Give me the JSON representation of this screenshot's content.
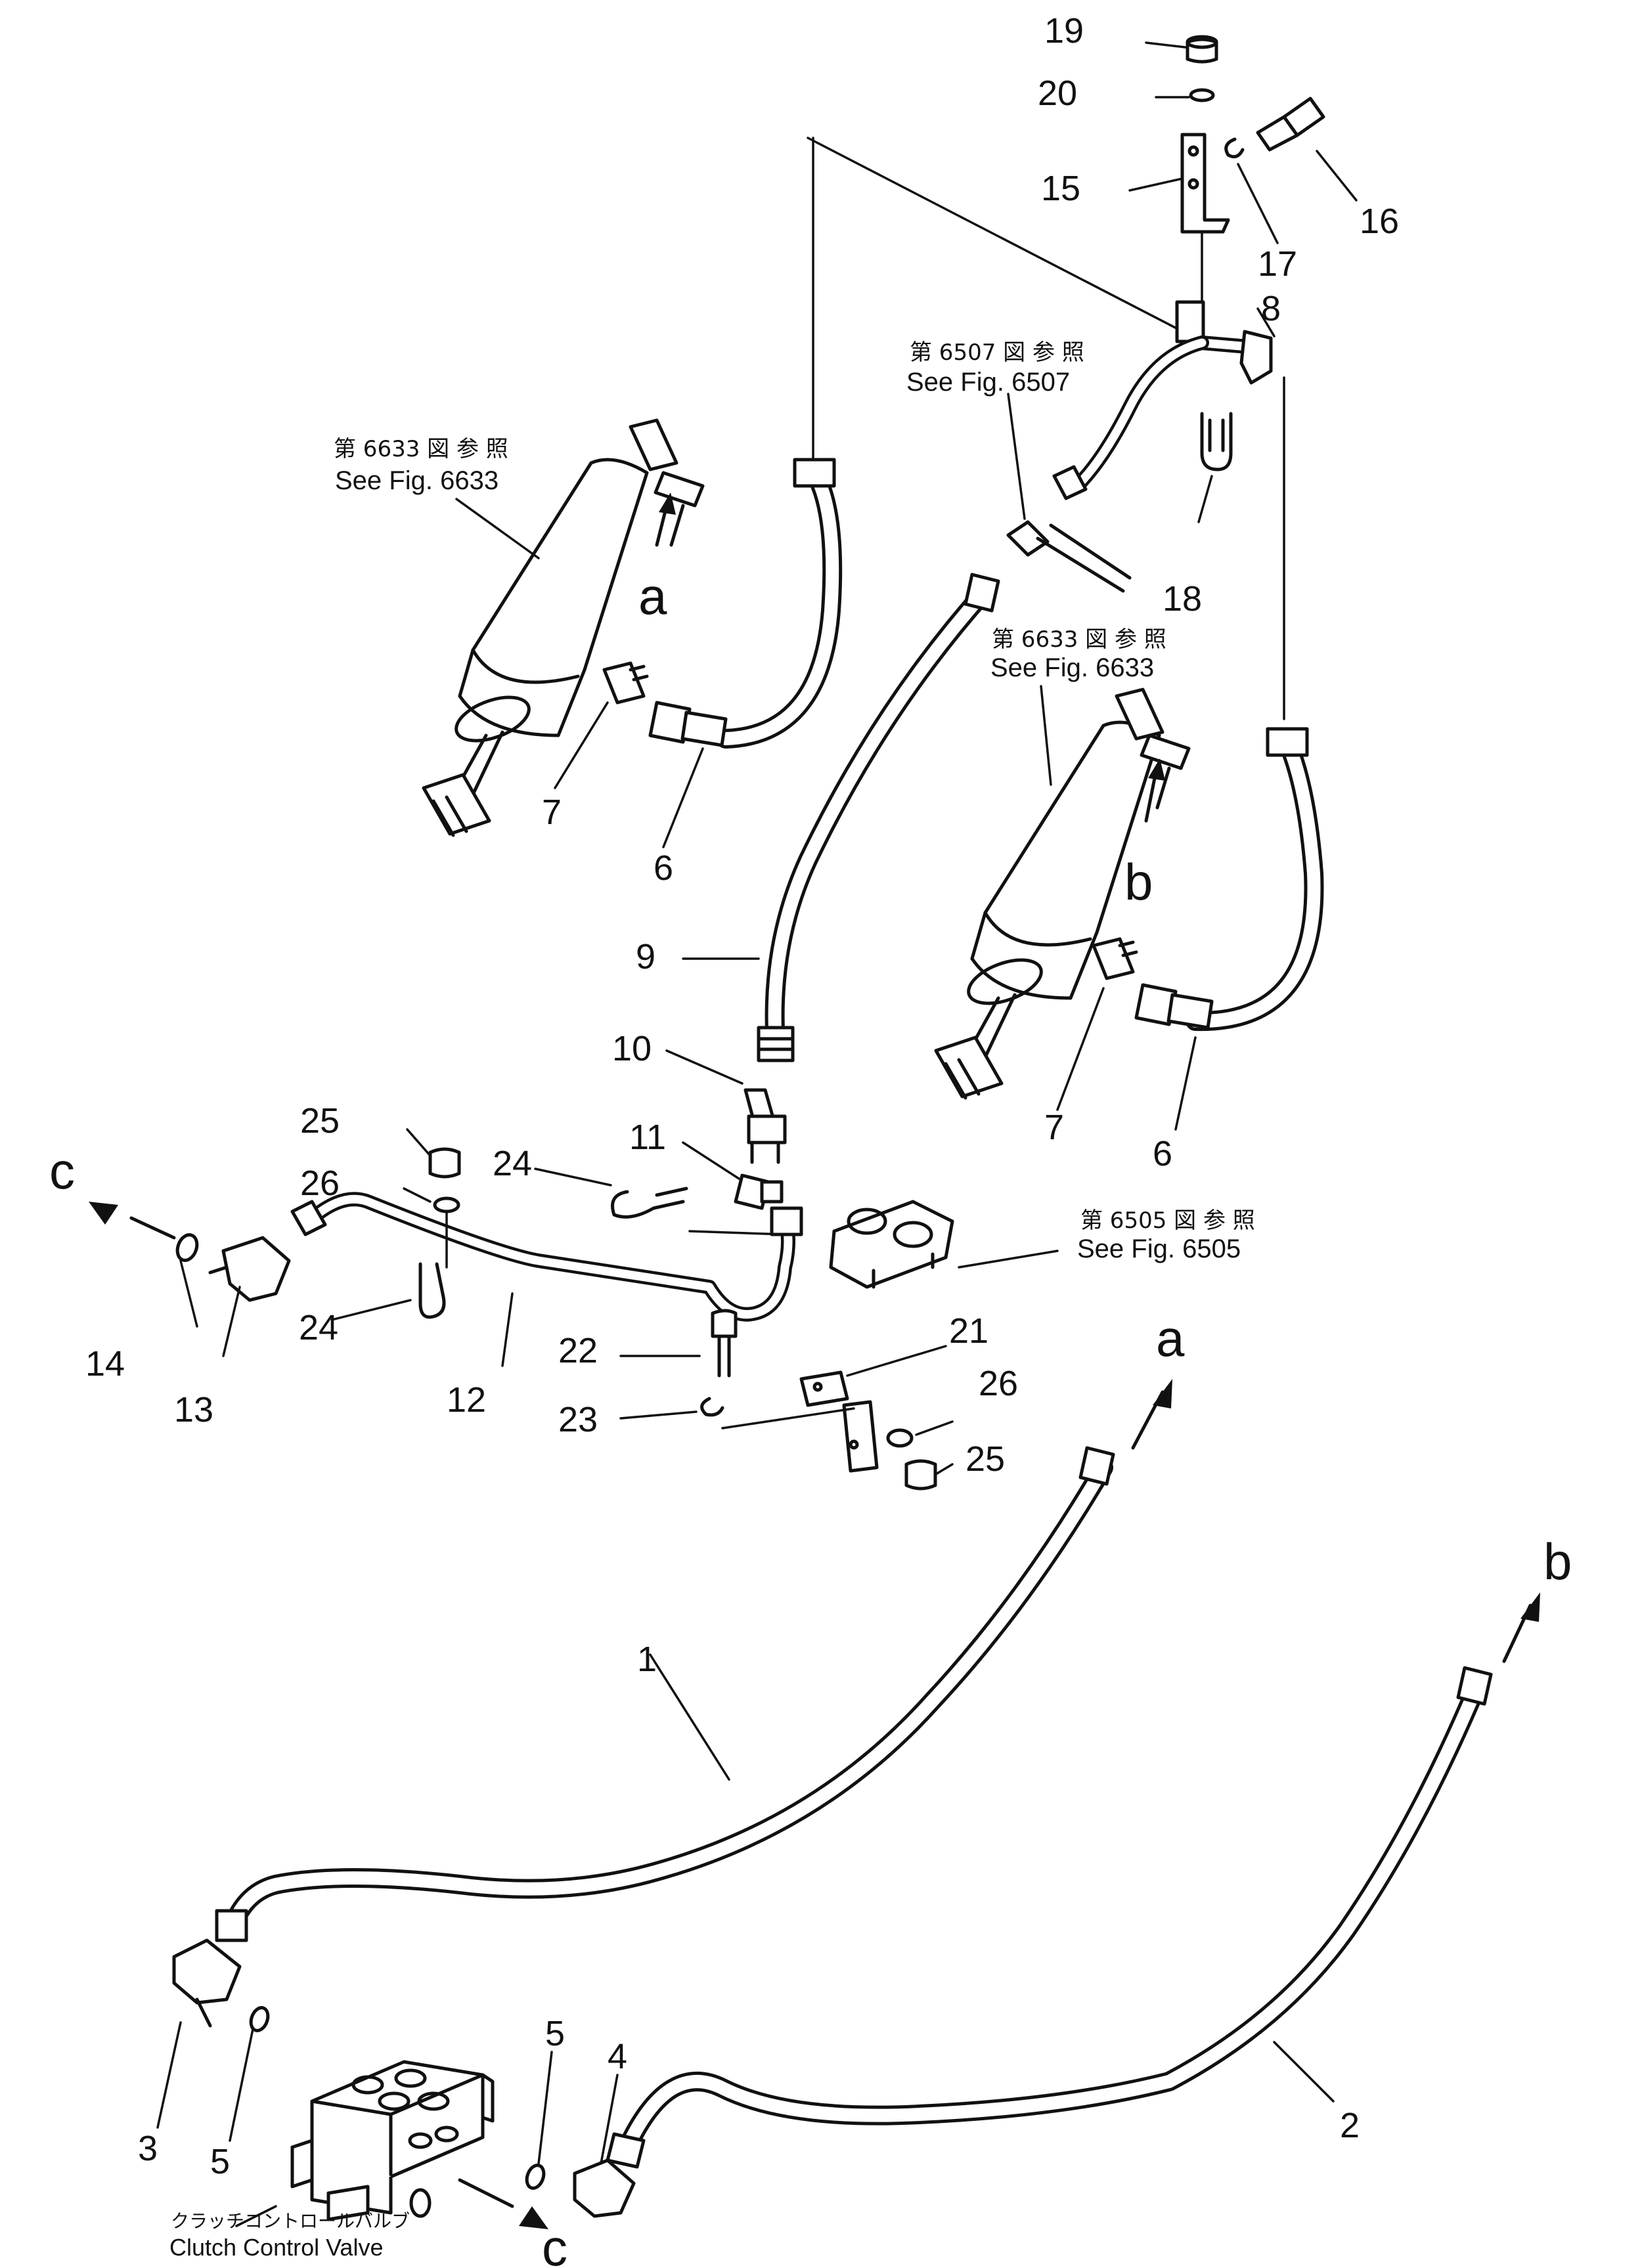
{
  "refs": {
    "cyl_left_jp": "第 6633 図 参 照",
    "cyl_left_en": "See Fig. 6633",
    "tee_jp": "第 6507 図 参 照",
    "tee_en": "See Fig. 6507",
    "cyl_right_jp": "第 6633 図 参 照",
    "cyl_right_en": "See Fig. 6633",
    "block_jp": "第 6505 図 参 照",
    "block_en": "See Fig. 6505"
  },
  "valve": {
    "label_jp": "クラッチコントロールバルブ",
    "label_en": "Clutch  Control  Valve"
  },
  "connectors": {
    "a_top": "a",
    "a_bottom": "a",
    "b_top": "b",
    "b_bottom": "b",
    "c_left": "c",
    "c_bottom": "c"
  },
  "parts": {
    "p1": "1",
    "p2": "2",
    "p3": "3",
    "p4": "4",
    "p5a": "5",
    "p5b": "5",
    "p6a": "6",
    "p6b": "6",
    "p7a": "7",
    "p7b": "7",
    "p8": "8",
    "p9": "9",
    "p10": "10",
    "p11": "11",
    "p12": "12",
    "p13": "13",
    "p14": "14",
    "p15": "15",
    "p16": "16",
    "p17": "17",
    "p18": "18",
    "p19": "19",
    "p20": "20",
    "p21": "21",
    "p22": "22",
    "p23": "23",
    "p24a": "24",
    "p24b": "24",
    "p25a": "25",
    "p25b": "25",
    "p26a": "26",
    "p26b": "26"
  }
}
